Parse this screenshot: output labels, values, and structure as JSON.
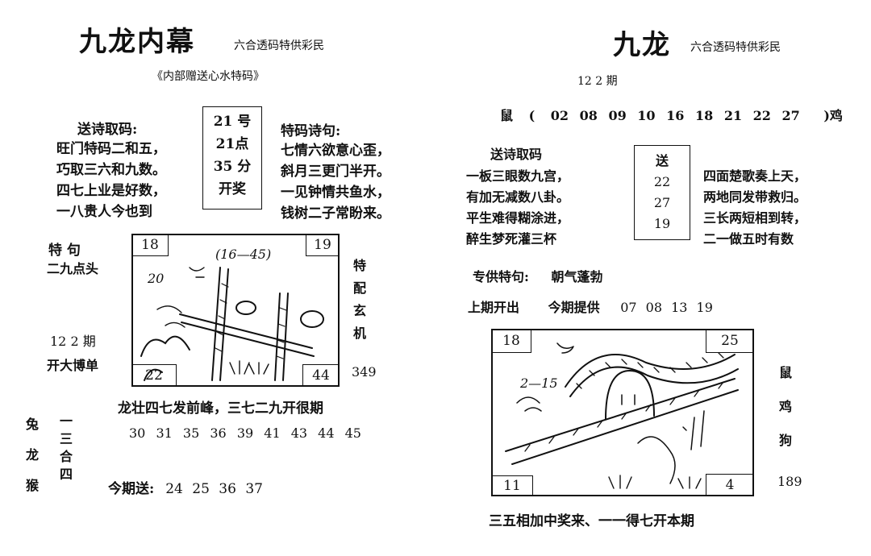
{
  "left": {
    "title": "九龙内幕",
    "subtitle": "六合透码特供彩民",
    "gift_note": "《内部赠送心水特码》",
    "poem_label": "送诗取码:",
    "poem_lines": [
      "旺门特码二和五，",
      "巧取三六和九数。",
      "四七上业是好数，",
      "一八贵人今也到"
    ],
    "box_lines": [
      "21 号",
      "21点",
      "35 分",
      "开奖"
    ],
    "special_poem_label": "特码诗句:",
    "special_poem_lines": [
      "七情六欲意心歪，",
      "斜月三更门半开。",
      "一见钟情共鱼水，",
      "钱树二子常盼来。"
    ],
    "te_ju_label": "特    句",
    "te_ju_text": "二九点头",
    "period": "12 2 期",
    "kai_da": "开大博单",
    "side_chars": [
      "特",
      "配",
      "玄",
      "机"
    ],
    "side_number": "349",
    "picture": {
      "corner_tl": "18",
      "corner_tr": "19",
      "corner_bl": "22",
      "corner_br": "44",
      "scribble_numbers": "(16—45)",
      "scribble_left": "20"
    },
    "dragon_line": "龙壮四七发前峰，三七二九开很期",
    "numbers": [
      "30",
      "31",
      "35",
      "36",
      "39",
      "41",
      "43",
      "44",
      "45"
    ],
    "zodiac_col1": [
      "兔",
      "龙",
      "猴"
    ],
    "zodiac_col2": [
      "一",
      "三",
      "合",
      "四"
    ],
    "today_label": "今期送:",
    "today_numbers": [
      "24",
      "25",
      "36",
      "37"
    ]
  },
  "right": {
    "title": "九龙",
    "subtitle": "六合透码特供彩民",
    "period": "12 2 期",
    "rat": "鼠",
    "rooster": "鸡",
    "rat_numbers": [
      "02",
      "08",
      "09",
      "10",
      "16",
      "18",
      "21",
      "22",
      "27"
    ],
    "poem_label": "送诗取码",
    "poem_lines": [
      "一板三眼数九宫，",
      "有加无减数八卦。",
      "平生难得糊涂进，",
      "醉生梦死灌三杯"
    ],
    "box_lines": [
      "送",
      "22",
      "27",
      "19"
    ],
    "poem2_lines": [
      "四面楚歌奏上天，",
      "两地同发带救归。",
      "三长两短相到转，",
      "二一做五时有数"
    ],
    "special_label": "专供特句:",
    "special_text": "朝气蓬勃",
    "last_label": "上期开出",
    "provide_label": "今期提供",
    "provide_numbers": [
      "07",
      "08",
      "13",
      "19"
    ],
    "picture": {
      "corner_tl": "18",
      "corner_tr": "25",
      "corner_bl": "11",
      "corner_br": "4",
      "scribble": "2—15"
    },
    "side_zodiac": [
      "鼠",
      "鸡",
      "狗"
    ],
    "side_number": "189",
    "bottom_line": "三五相加中奖来、一一得七开本期"
  }
}
